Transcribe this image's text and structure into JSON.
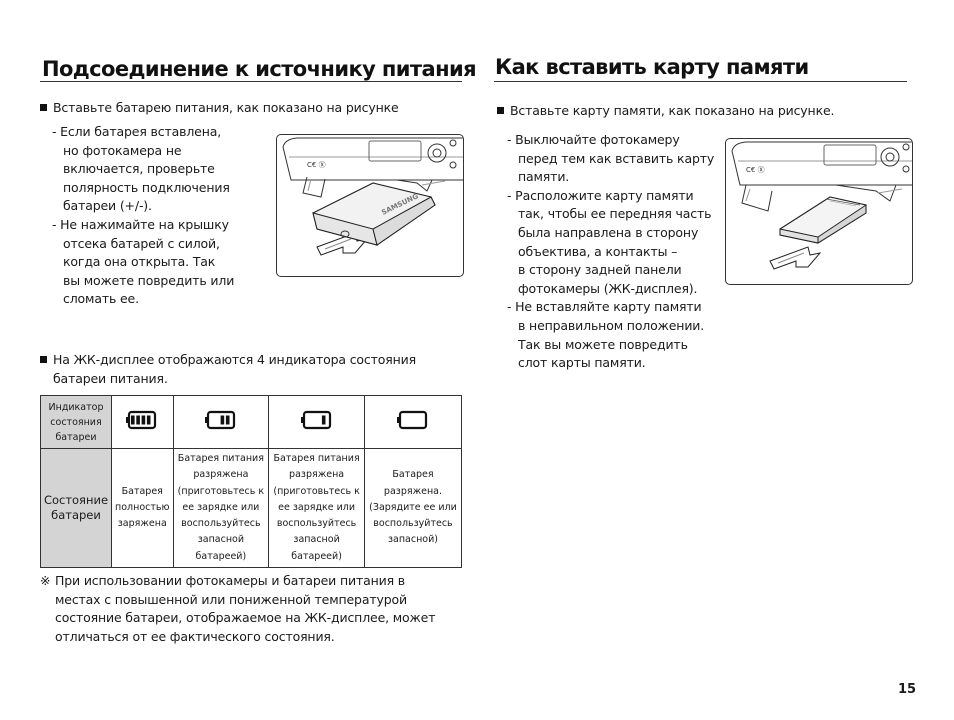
{
  "left": {
    "title": "Подсоединение к источнику питания",
    "bullet1": "Вставьте батарею питания, как показано на рисунке",
    "list1": [
      "- Если батарея вставлена,",
      "но фотокамера не",
      "включается, проверьте",
      "полярность подключения",
      "батареи (+/-).",
      "- Не нажимайте на крышку",
      "отсека батарей с силой,",
      "когда она открыта. Так",
      "вы можете повредить или",
      "сломать ее."
    ],
    "battery_brand": "SAMSUNG",
    "ce_mark": "C€ Ⓧ",
    "bullet2_lines": [
      "На ЖК-дисплее отображаются 4 индикатора состояния",
      "батареи питания."
    ],
    "table": {
      "header_lines": [
        "Индикатор",
        "состояния",
        "батареи"
      ],
      "status_label_lines": [
        "Состояние",
        "батареи"
      ],
      "levels": [
        4,
        2,
        1,
        0
      ],
      "descriptions": [
        [
          "Батарея",
          "полностью",
          "заряжена"
        ],
        [
          "Батарея питания",
          "разряжена",
          "(приготовьтесь к",
          "ее зарядке или",
          "воспользуйтесь",
          "запасной",
          "батареей)"
        ],
        [
          "Батарея питания",
          "разряжена",
          "(приготовьтесь к",
          "ее зарядке или",
          "воспользуйтесь",
          "запасной",
          "батареей)"
        ],
        [
          "Батарея",
          "разряжена.",
          "(Зарядите ее или",
          "воспользуйтесь",
          "запасной)"
        ]
      ]
    },
    "note_symbol": "※",
    "note_lines": [
      "При использовании фотокамеры и батареи питания в",
      "местах с повышенной или пониженной температурой",
      "состояние батареи, отображаемое на ЖК-дисплее, может",
      "отличаться от ее фактического состояния."
    ]
  },
  "right": {
    "title": "Как вставить карту памяти",
    "bullet1": "Вставьте карту памяти, как показано на рисунке.",
    "list1": [
      "- Выключайте фотокамеру",
      "перед тем как вставить карту",
      "памяти.",
      "- Расположите карту памяти",
      "так, чтобы ее передняя часть",
      "была направлена в сторону",
      "объектива, а контакты –",
      "в сторону задней панели",
      "фотокамеры (ЖК-дисплея).",
      "- Не вставляйте карту памяти",
      "в неправильном положении.",
      "Так вы можете повредить",
      "слот карты памяти."
    ],
    "ce_mark": "C€ Ⓧ"
  },
  "page_number": "15",
  "colors": {
    "table_header_bg": "#d4d4d4",
    "text": "#1a1a1a",
    "line": "#333333"
  }
}
